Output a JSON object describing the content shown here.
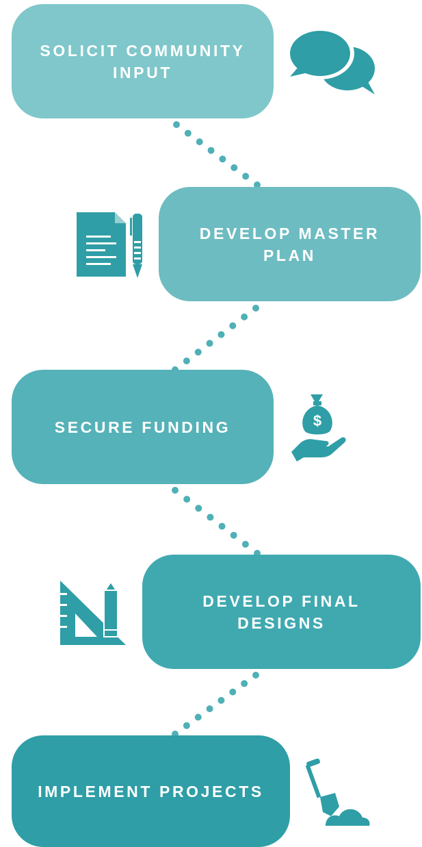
{
  "steps": [
    {
      "label": "SOLICIT COMMUNITY\nINPUT",
      "icon": "speech-bubbles-icon"
    },
    {
      "label": "DEVELOP MASTER\nPLAN",
      "icon": "document-pen-icon"
    },
    {
      "label": "SECURE FUNDING",
      "icon": "money-bag-hand-icon"
    },
    {
      "label": "DEVELOP FINAL\nDESIGNS",
      "icon": "triangle-ruler-pencil-icon"
    },
    {
      "label": "IMPLEMENT PROJECTS",
      "icon": "shovel-dirt-icon"
    }
  ],
  "colors": {
    "step1": "#7fc7ca",
    "step2": "#6dbcc1",
    "step3": "#55b2b8",
    "step4": "#40a9b0",
    "step5": "#2f9ea6",
    "dots": "#4fb0b6",
    "icon": "#2f9ea6"
  },
  "funding_symbol": "$"
}
